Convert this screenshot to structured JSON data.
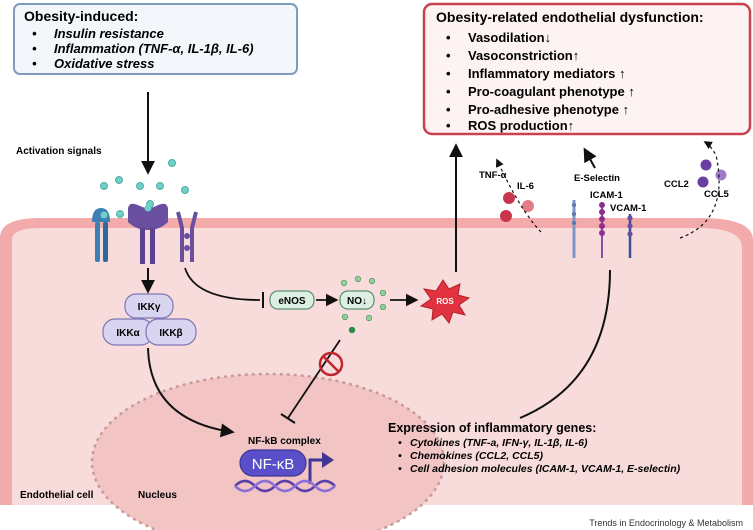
{
  "obesity_box": {
    "title": "Obesity-induced:",
    "items": [
      "Insulin resistance",
      "Inflammation (TNF-α, IL-1β, IL-6)",
      "Oxidative stress"
    ]
  },
  "dysfunction_box": {
    "title": "Obesity-related endothelial dysfunction:",
    "items": [
      "Vasodilation↓",
      "Vasoconstriction↑",
      "Inflammatory mediators ↑",
      "Pro-coagulant phenotype ↑",
      "Pro-adhesive phenotype ↑",
      "ROS production↑"
    ]
  },
  "labels": {
    "activation_signals": "Activation signals",
    "ikk_gamma": "IKKγ",
    "ikk_alpha": "IKKα",
    "ikk_beta": "IKKβ",
    "enos": "eNOS",
    "no": "NO↓",
    "ros": "ROS",
    "nfkb_complex": "NF-kB complex",
    "nfkb": "NF-κB",
    "tnf_alpha": "TNF-α",
    "il6": "IL-6",
    "e_selectin": "E-Selectin",
    "icam1": "ICAM-1",
    "vcam1": "VCAM-1",
    "ccl2": "CCL2",
    "ccl5": "CCL5",
    "endothelial_cell": "Endothelial cell",
    "nucleus": "Nucleus"
  },
  "genes_box": {
    "title": "Expression of inflammatory genes:",
    "items": [
      "Cytokines (TNF-a, IFN-γ, IL-1β, IL-6)",
      "Chemokines (CCL2, CCL5)",
      "Cell adhesion molecules (ICAM-1, VCAM-1, E-selectin)"
    ]
  },
  "footer": "Trends in Endocrinology & Metabolism",
  "colors": {
    "cell_fill": "#f8dcdc",
    "membrane": "#f2aaaa",
    "nucleus_fill": "#f2c4c4",
    "obesity_border": "#7f9cc0",
    "dysfunction_border": "#c9434e",
    "ikk_fill": "#d9d4f0",
    "enos_fill": "#ddefe3",
    "nfkb_fill": "#5b4fc9",
    "ros_fill": "#e0323f",
    "receptor_blue": "#3c7fb4",
    "receptor_purple": "#6a4fa0",
    "ligand_teal": "#6fd0c8"
  }
}
